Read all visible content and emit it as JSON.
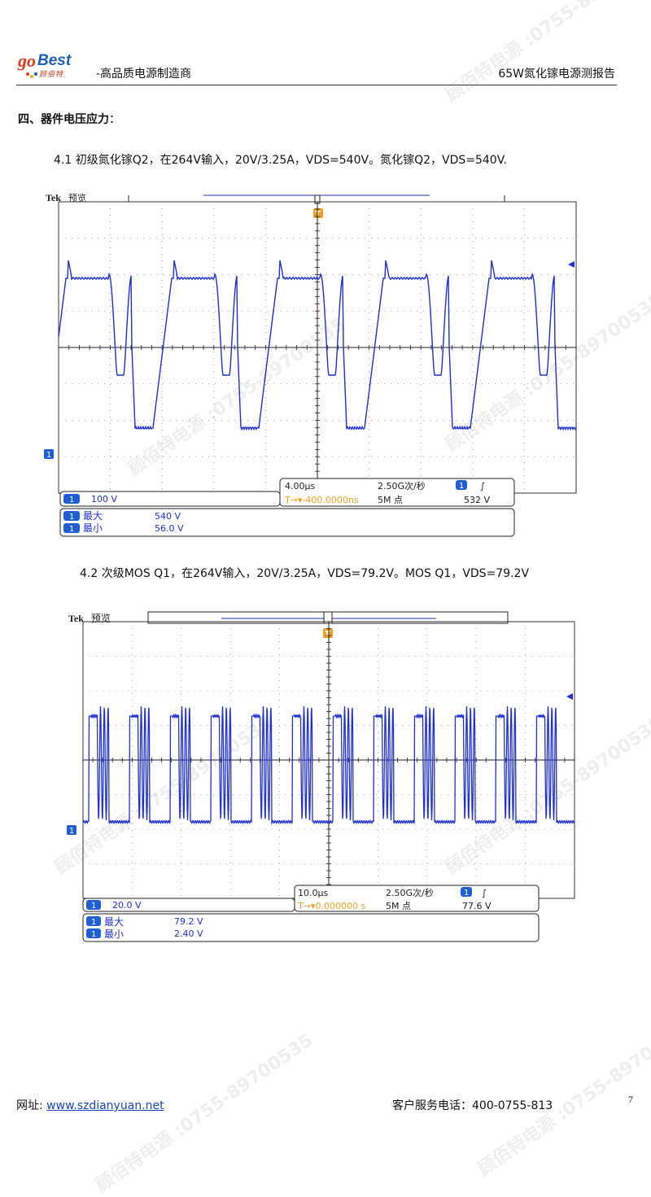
{
  "header": {
    "logo_go": "go",
    "logo_best": "Best",
    "logo_cn": "顾佰特",
    "left_text": "-高品质电源制造商",
    "right_text": "65W氮化镓电源测报告"
  },
  "section": {
    "title": "四、器件电压应力",
    "colon": "："
  },
  "para1": "4.1 初级氮化镓Q2，在264V输入，20V/3.25A，VDS=540V。氮化镓Q2，VDS=540V.",
  "para2": "4.2 次级MOS Q1，在264V输入，20V/3.25A，VDS=79.2V。MOS Q1，VDS=79.2V",
  "scope1": {
    "brand": "Tek",
    "mode": "预览",
    "trigger_marker": "T",
    "channel_marker": "1",
    "timebase": "4.00µs",
    "sample_rate": "2.50G次/秒",
    "trigger_slope": "∫",
    "trigger_offset": "T→▾-400.0000ns",
    "record_length": "5M 点",
    "trigger_level": "532 V",
    "ch_scale": "100 V",
    "max_label": "最大",
    "max_value": "540 V",
    "min_label": "最小",
    "min_value": "56.0 V"
  },
  "scope2": {
    "brand": "Tek",
    "mode": "预览",
    "trigger_marker": "T",
    "channel_marker": "1",
    "timebase": "10.0µs",
    "sample_rate": "2.50G次/秒",
    "trigger_slope": "∫",
    "trigger_offset": "T→▾0.000000 s",
    "record_length": "5M 点",
    "trigger_level": "77.6 V",
    "ch_scale": "20.0 V",
    "max_label": "最大",
    "max_value": "79.2 V",
    "min_label": "最小",
    "min_value": "2.40 V"
  },
  "footer": {
    "site_label": "网址: ",
    "site_url": "www.szdianyuan.net",
    "service_text": "客户服务电话：400-0755-813",
    "page_number": "7"
  },
  "watermark": {
    "text": "顾佰特电源 :0755-89700535"
  },
  "colors": {
    "trace": "#1f2fd6",
    "trigger": "#f0a020",
    "link": "#1a44c8",
    "logo_red": "#e03a1e",
    "logo_blue": "#1f5fb8"
  }
}
